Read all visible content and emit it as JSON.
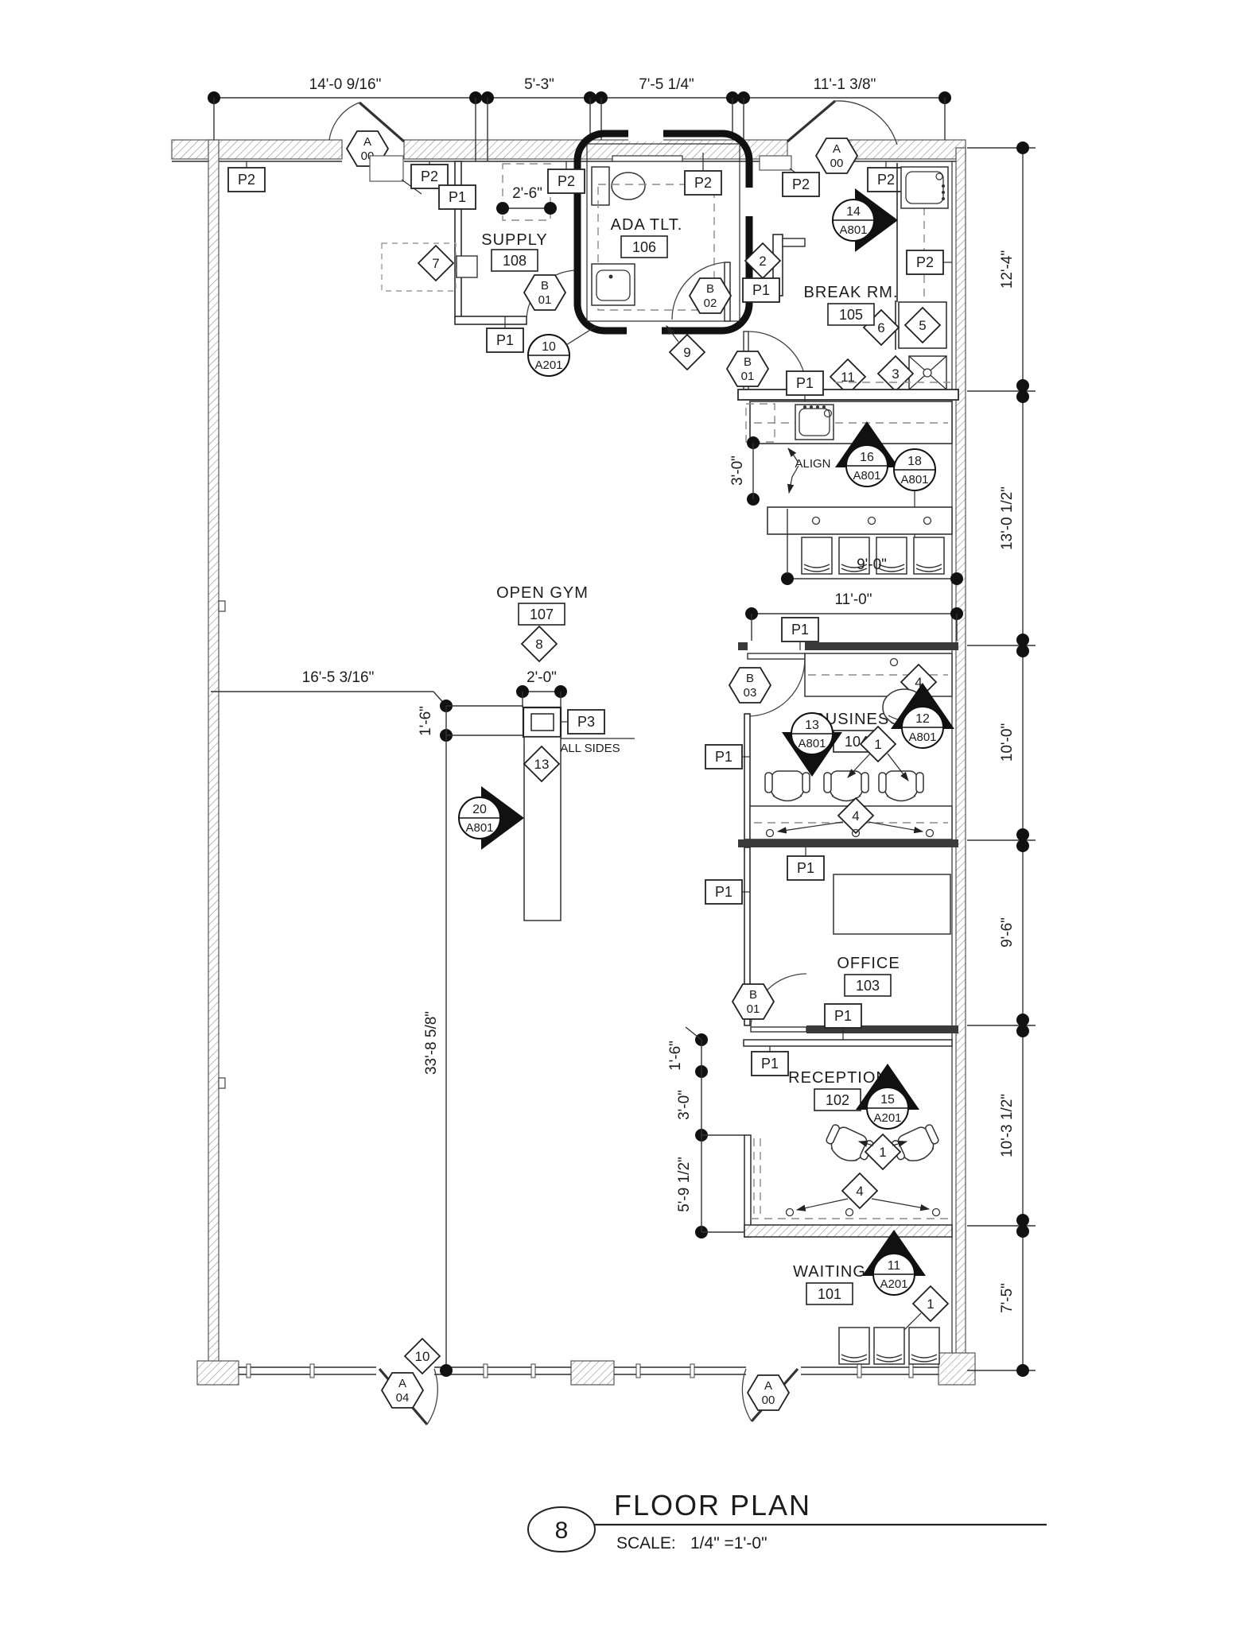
{
  "drawing": {
    "detail_number": "8",
    "title": "FLOOR PLAN",
    "scale_label": "SCALE:",
    "scale_value": "1/4\" =1'-0\""
  },
  "rooms": {
    "waiting": {
      "name": "WAITING",
      "number": "101"
    },
    "reception": {
      "name": "RECEPTION",
      "number": "102"
    },
    "office": {
      "name": "OFFICE",
      "number": "103"
    },
    "business": {
      "name": "BUSINESS",
      "number": "104"
    },
    "break_room": {
      "name": "BREAK RM.",
      "number": "105"
    },
    "ada_toilet": {
      "name": "ADA TLT.",
      "number": "106"
    },
    "open_gym": {
      "name": "OPEN GYM",
      "number": "107"
    },
    "supply": {
      "name": "SUPPLY",
      "number": "108"
    }
  },
  "wall_tags": {
    "p1": "P1",
    "p2": "P2",
    "p3": "P3"
  },
  "door_tags": {
    "a": "A",
    "b": "B",
    "n00": "00",
    "n01": "01",
    "n02": "02",
    "n03": "03",
    "n04": "04"
  },
  "markers": {
    "m10": {
      "num": "10",
      "sheet": "A201"
    },
    "m11": {
      "num": "11",
      "sheet": "A201"
    },
    "m12": {
      "num": "12",
      "sheet": "A801"
    },
    "m13": {
      "num": "13",
      "sheet": "A801"
    },
    "m14": {
      "num": "14",
      "sheet": "A801"
    },
    "m15": {
      "num": "15",
      "sheet": "A201"
    },
    "m16": {
      "num": "16",
      "sheet": "A801"
    },
    "m18": {
      "num": "18",
      "sheet": "A801"
    },
    "m20": {
      "num": "20",
      "sheet": "A801"
    }
  },
  "keynotes": {
    "k1": "1",
    "k2": "2",
    "k3": "3",
    "k4": "4",
    "k5": "5",
    "k6": "6",
    "k7": "7",
    "k8": "8",
    "k9": "9",
    "k10": "10",
    "k11": "11",
    "k13": "13"
  },
  "dimensions": {
    "top": [
      "14'-0 9/16\"",
      "5'-3\"",
      "7'-5 1/4\"",
      "11'-1 3/8\""
    ],
    "right": [
      "12'-4\"",
      "13'-0 1/2\"",
      "10'-0\"",
      "9'-6\"",
      "10'-3 1/2\"",
      "7'-5\""
    ],
    "left_total": "33'-8 5/8\"",
    "d16_5": "16'-5 3/16\"",
    "d2_0": "2'-0\"",
    "d1_6": "1'-6\"",
    "d2_6": "2'-6\"",
    "d3_0": "3'-0\"",
    "d9_0": "9'-0\"",
    "d11_0": "11'-0\"",
    "d5_9": "5'-9 1/2\""
  },
  "notes": {
    "align": "ALIGN",
    "all_sides": "ALL SIDES"
  }
}
